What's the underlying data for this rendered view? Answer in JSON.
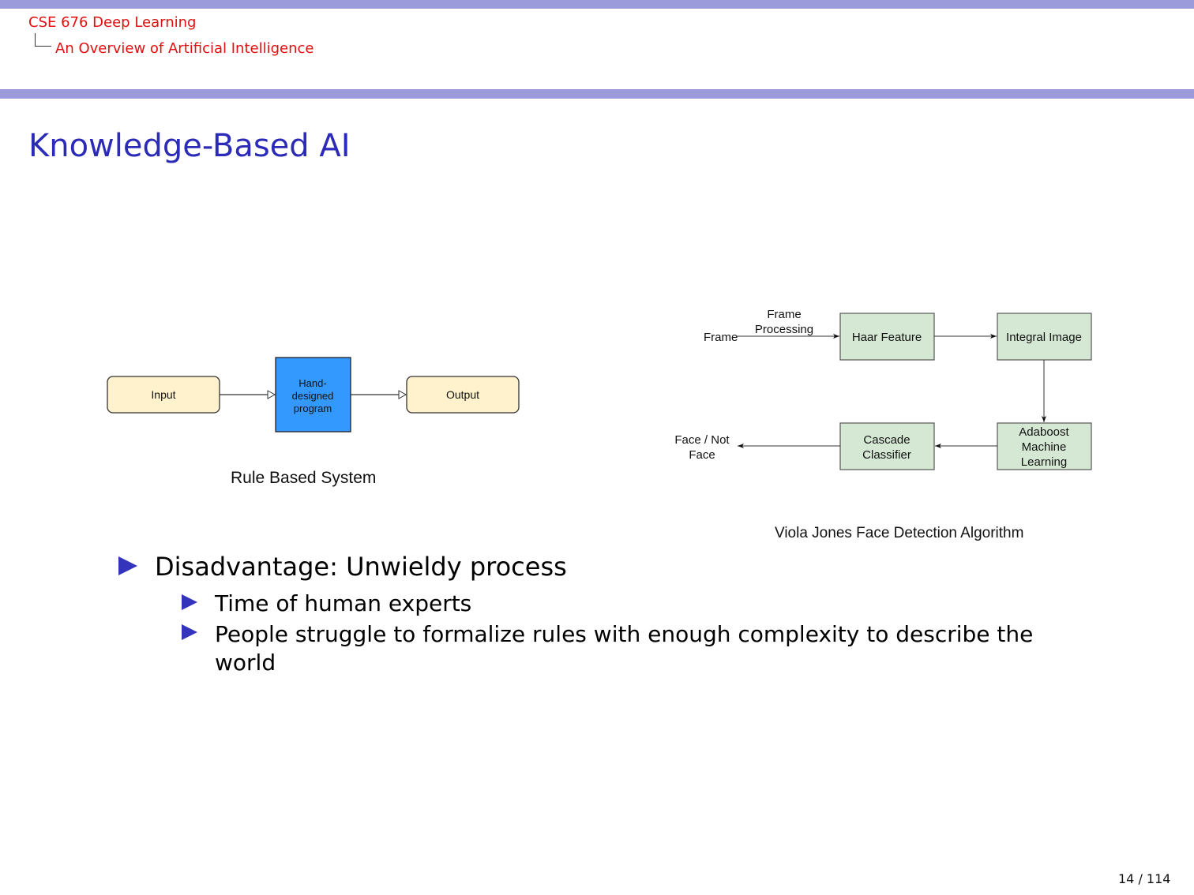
{
  "header": {
    "course": "CSE 676 Deep Learning",
    "section": "An Overview of Artificial Intelligence"
  },
  "slide": {
    "title": "Knowledge-Based AI"
  },
  "rule_diagram": {
    "input": "Input",
    "program_line1": "Hand-",
    "program_line2": "designed",
    "program_line3": "program",
    "output": "Output",
    "caption": "Rule Based System"
  },
  "viola_diagram": {
    "frame_input": "Frame",
    "frame_processing_line1": "Frame",
    "frame_processing_line2": "Processing",
    "haar": "Haar Feature",
    "integral": "Integral Image",
    "adaboost_line1": "Adaboost",
    "adaboost_line2": "Machine",
    "adaboost_line3": "Learning",
    "cascade_line1": "Cascade",
    "cascade_line2": "Classifier",
    "output_line1": "Face / Not",
    "output_line2": "Face",
    "caption": "Viola Jones Face Detection Algorithm"
  },
  "bullets": {
    "main": "Disadvantage:  Unwieldy process",
    "sub1": "Time of human experts",
    "sub2_line1": "People struggle to formalize rules with enough complexity to describe the",
    "sub2_line2": "world"
  },
  "footer": {
    "page": "14 / 114"
  },
  "colors": {
    "accent_bar": "#9b9bdb",
    "title": "#2b2bb8",
    "header_text": "#e01010",
    "bullet_triangle": "#3333bb",
    "rule_box_fill": "#fff2cc",
    "program_box_fill": "#3399ff",
    "viola_box_fill": "#d5e8d4"
  }
}
